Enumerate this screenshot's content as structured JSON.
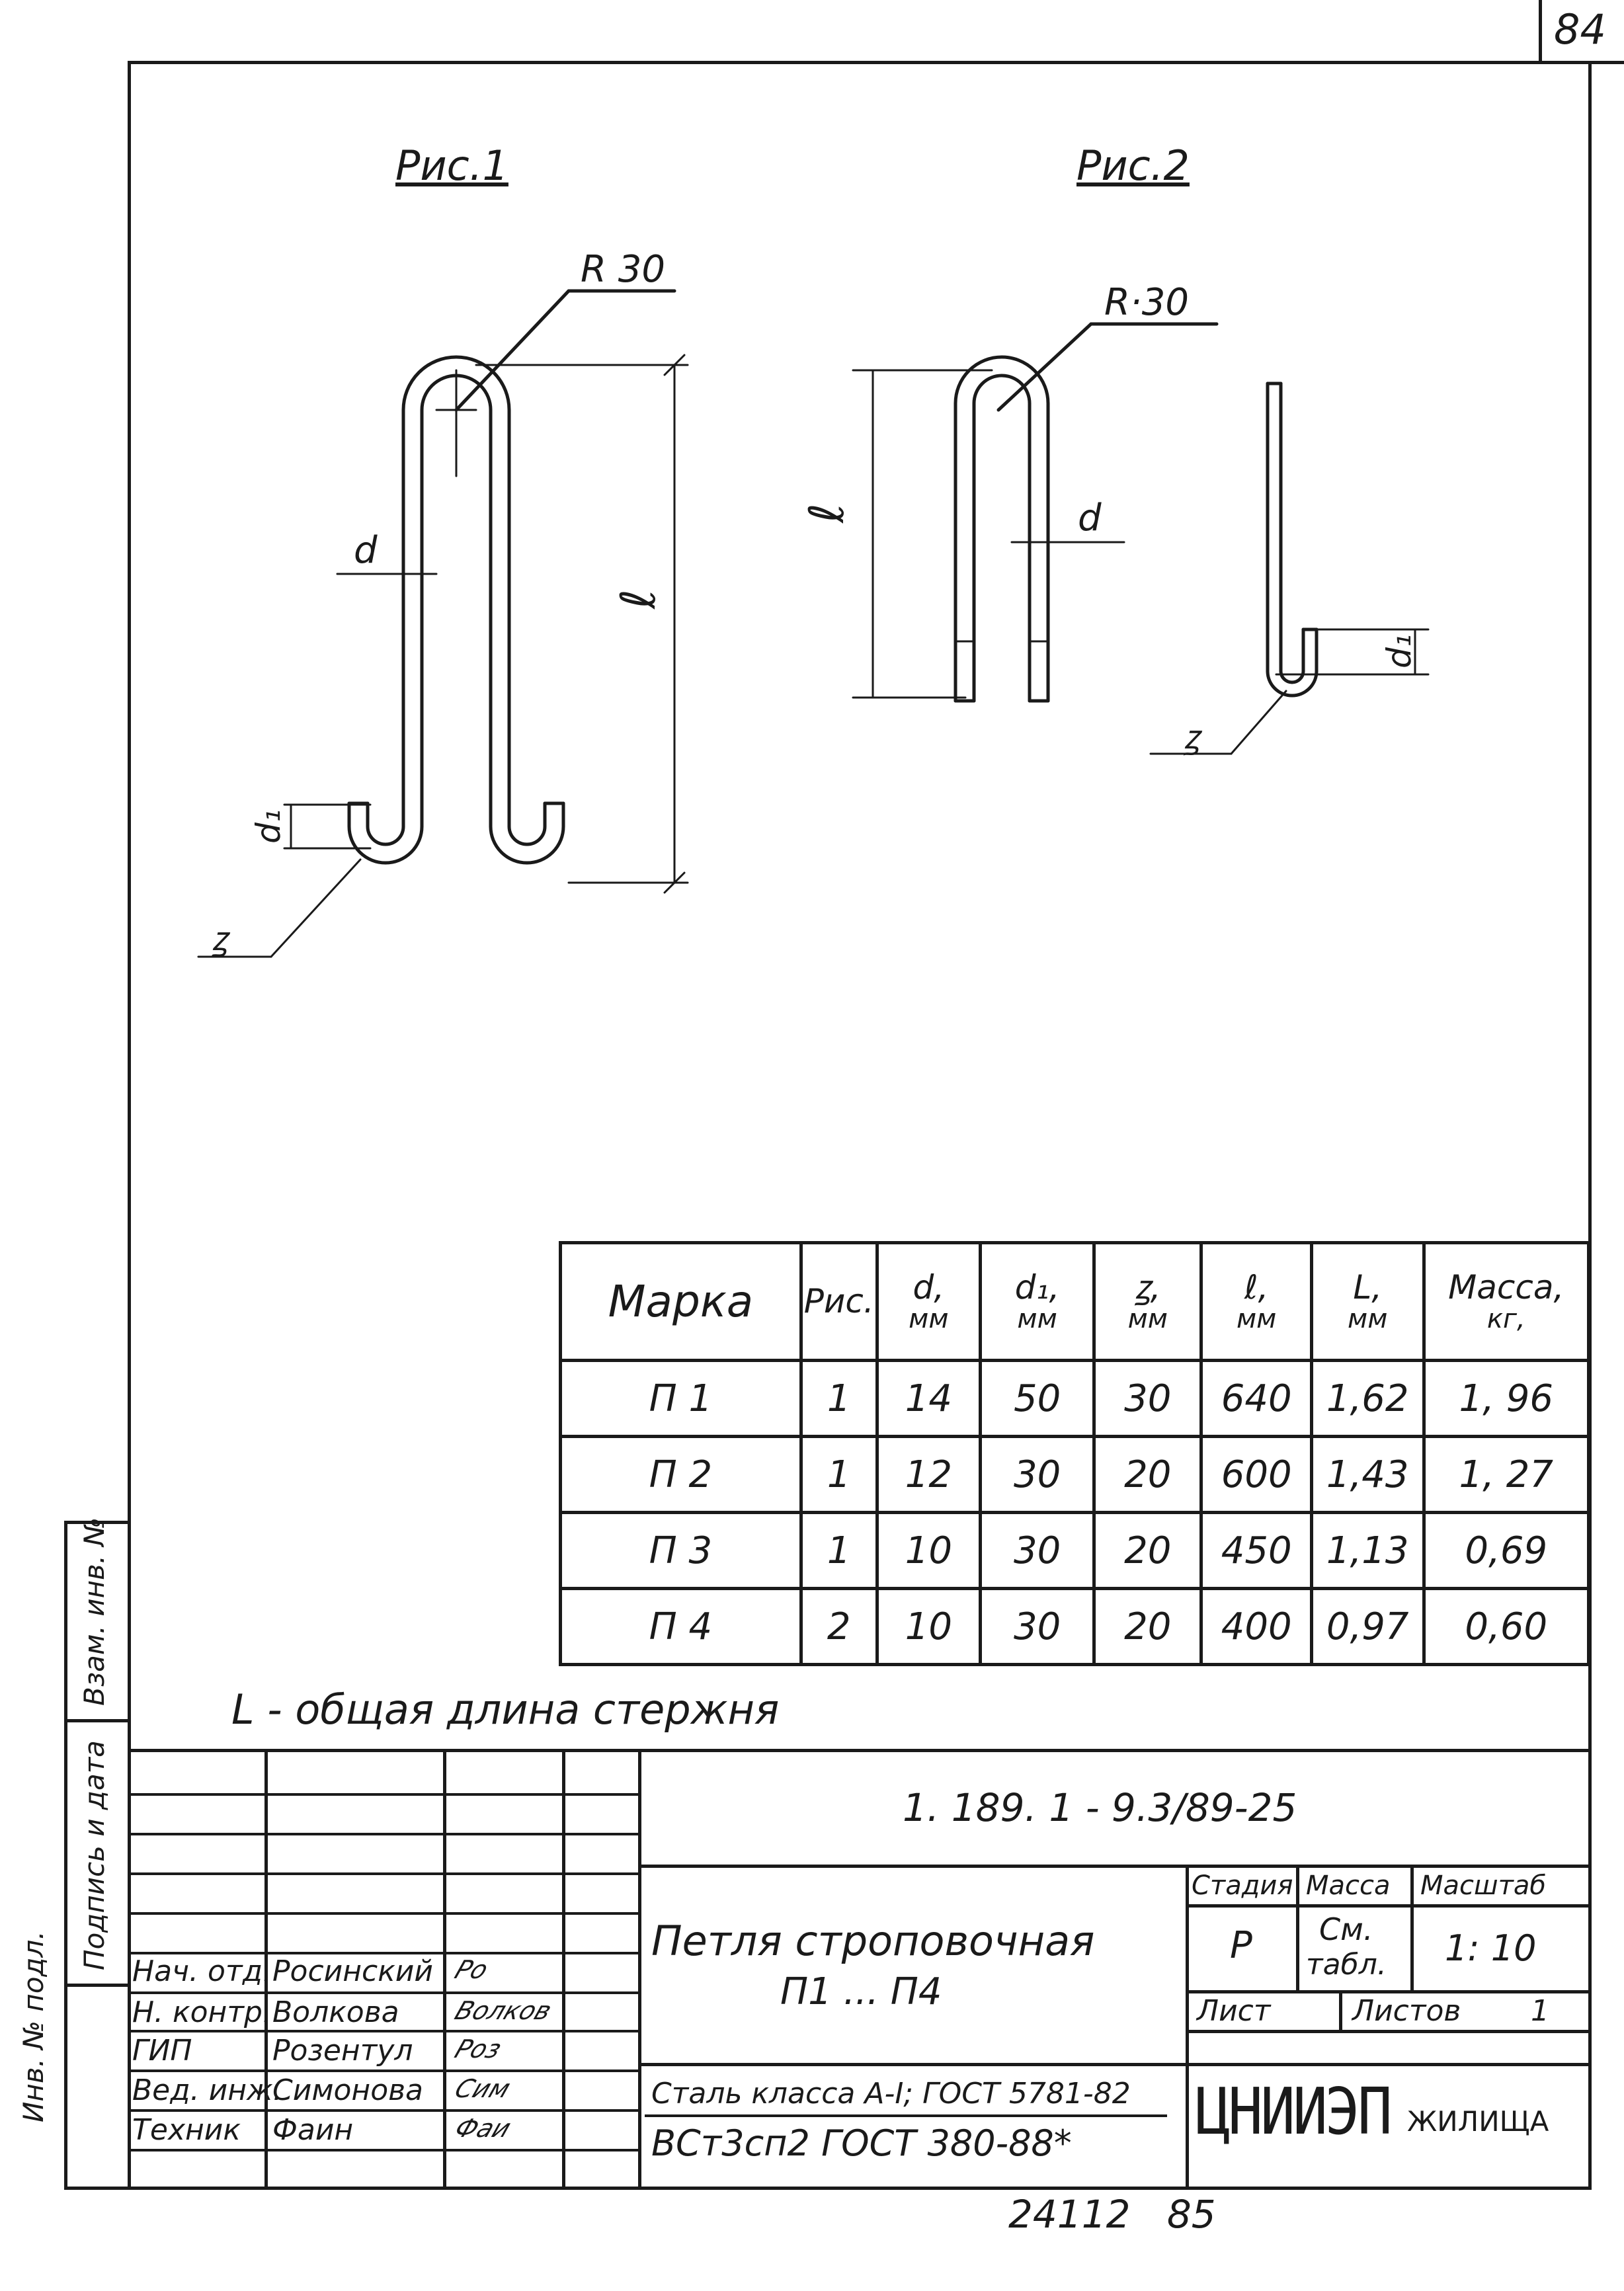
{
  "sheet_number": "84",
  "figures": {
    "fig1_title": "Рис.1",
    "fig2_title": "Рис.2",
    "fig1_radius": "R 30",
    "fig2_radius": "R·30",
    "dim_d": "d",
    "dim_d1": "d₁",
    "dim_l": "ℓ",
    "dim_r": "ꙁ"
  },
  "spec_table": {
    "headers": [
      {
        "main": "Марка",
        "unit": ""
      },
      {
        "main": "Рис.",
        "unit": ""
      },
      {
        "main": "d,",
        "unit": "мм"
      },
      {
        "main": "d₁,",
        "unit": "мм"
      },
      {
        "main": "ꙁ,",
        "unit": "мм"
      },
      {
        "main": "ℓ,",
        "unit": "мм"
      },
      {
        "main": "L,",
        "unit": "мм"
      },
      {
        "main": "Масса,",
        "unit": "кг,"
      }
    ],
    "rows": [
      [
        "П 1",
        "1",
        "14",
        "50",
        "30",
        "640",
        "1,62",
        "1, 96"
      ],
      [
        "П 2",
        "1",
        "12",
        "30",
        "20",
        "600",
        "1,43",
        "1, 27"
      ],
      [
        "П 3",
        "1",
        "10",
        "30",
        "20",
        "450",
        "1,13",
        "0,69"
      ],
      [
        "П 4",
        "2",
        "10",
        "30",
        "20",
        "400",
        "0,97",
        "0,60"
      ]
    ]
  },
  "note": "L - общая длина стержня",
  "left_margin_labels": [
    "Инв. № подл.",
    "Подпись и дата",
    "Взам. инв. №"
  ],
  "title_block": {
    "doc_code": "1. 189. 1 - 9.3/89-25",
    "title_line1": "Петля строповочная",
    "title_line2": "П1 ... П4",
    "material_line1": "Сталь класса А-I; ГОСТ 5781-82",
    "material_line2": "ВСт3сп2  ГОСТ 380-88*",
    "stage_label": "Стадия",
    "mass_label": "Масса",
    "scale_label": "Масштаб",
    "stage_value": "Р",
    "mass_value_1": "См.",
    "mass_value_2": "табл.",
    "scale_value": "1: 10",
    "sheet_label": "Лист",
    "sheets_label": "Листов",
    "sheets_value": "1",
    "org_logo": "ЦНИИЭП",
    "org_suffix": "жилища",
    "roles": [
      {
        "role": "Нач. отд.",
        "name": "Росинский",
        "sign": "Ро"
      },
      {
        "role": "Н. контр.",
        "name": "Волкова",
        "sign": "Волков"
      },
      {
        "role": "ГИП",
        "name": "Розентул",
        "sign": "Роз"
      },
      {
        "role": "Вед. инж.",
        "name": "Симонова",
        "sign": "Сим"
      },
      {
        "role": "Техник",
        "name": "Фаин",
        "sign": "Фаи"
      }
    ]
  },
  "footer_number": "24112   85"
}
